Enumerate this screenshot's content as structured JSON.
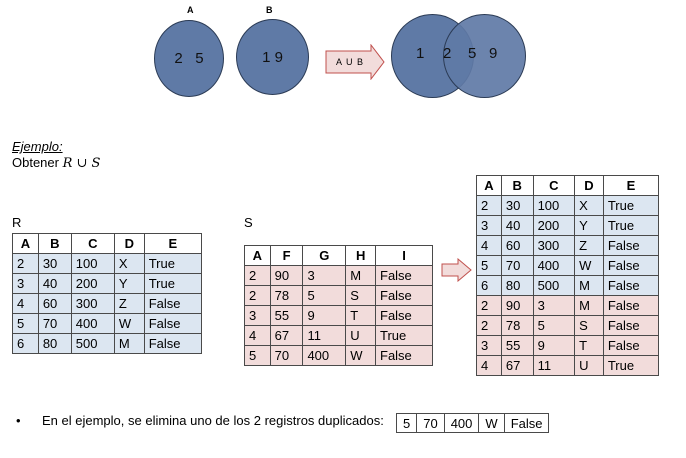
{
  "diagram": {
    "label_a": "A",
    "label_b": "B",
    "circle_a_text": "2   5",
    "circle_b_text": "1 9",
    "arrow_text": "A U B",
    "union_1": "1",
    "union_2": "2",
    "union_5": "5",
    "union_9": "9"
  },
  "example": {
    "heading": "Ejemplo:",
    "obtener": "Obtener",
    "expr": "R ∪ S"
  },
  "table_r": {
    "label": "R",
    "headers": [
      "A",
      "B",
      "C",
      "D",
      "E"
    ],
    "rows": [
      [
        "2",
        "30",
        "100",
        "X",
        "True"
      ],
      [
        "3",
        "40",
        "200",
        "Y",
        "True"
      ],
      [
        "4",
        "60",
        "300",
        "Z",
        "False"
      ],
      [
        "5",
        "70",
        "400",
        "W",
        "False"
      ],
      [
        "6",
        "80",
        "500",
        "M",
        "False"
      ]
    ]
  },
  "table_s": {
    "label": "S",
    "headers": [
      "A",
      "F",
      "G",
      "H",
      "I"
    ],
    "rows": [
      [
        "2",
        "90",
        "3",
        "M",
        "False"
      ],
      [
        "2",
        "78",
        "5",
        "S",
        "False"
      ],
      [
        "3",
        "55",
        "9",
        "T",
        "False"
      ],
      [
        "4",
        "67",
        "11",
        "U",
        "True"
      ],
      [
        "5",
        "70",
        "400",
        "W",
        "False"
      ]
    ]
  },
  "table_union": {
    "headers": [
      "A",
      "B",
      "C",
      "D",
      "E"
    ],
    "rows_r": [
      [
        "2",
        "30",
        "100",
        "X",
        "True"
      ],
      [
        "3",
        "40",
        "200",
        "Y",
        "True"
      ],
      [
        "4",
        "60",
        "300",
        "Z",
        "False"
      ],
      [
        "5",
        "70",
        "400",
        "W",
        "False"
      ],
      [
        "6",
        "80",
        "500",
        "M",
        "False"
      ]
    ],
    "rows_s": [
      [
        "2",
        "90",
        "3",
        "M",
        "False"
      ],
      [
        "2",
        "78",
        "5",
        "S",
        "False"
      ],
      [
        "3",
        "55",
        "9",
        "T",
        "False"
      ],
      [
        "4",
        "67",
        "11",
        "U",
        "True"
      ]
    ]
  },
  "bullet": {
    "symbol": "•",
    "text": "En el ejemplo, se elimina uno de los 2 registros duplicados:"
  },
  "duplicate_row": [
    "5",
    "70",
    "400",
    "W",
    "False"
  ],
  "colors": {
    "circle_fill": "#5f7aa6",
    "arrow_fill": "#f2dcdb",
    "row_blue": "#dce6f1",
    "row_pink": "#f2dcdb"
  }
}
